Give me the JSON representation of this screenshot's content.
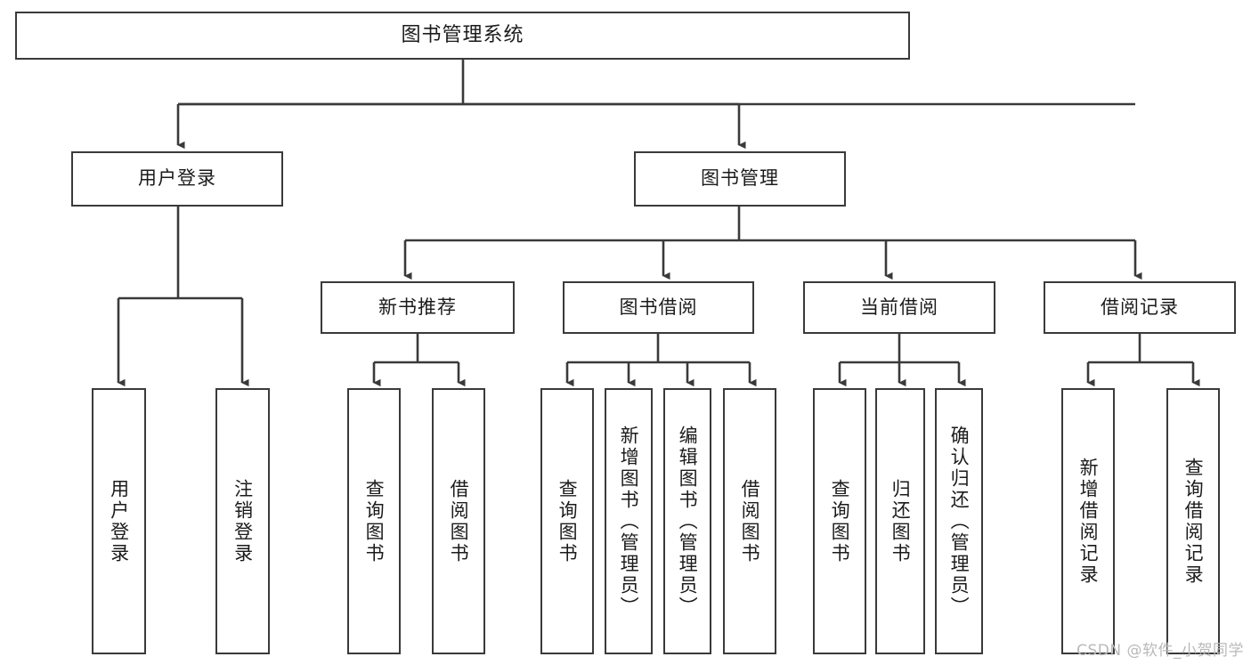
{
  "diagram": {
    "title": "图书管理系统",
    "type": "tree-hierarchy",
    "watermark": "CSDN @软件_小贺同学",
    "colors": {
      "stroke": "#3a3a3a",
      "fill": "#ffffff",
      "text": "#1b1b1b",
      "watermark": "#b9b9b9"
    },
    "nodes": {
      "root": "图书管理系统",
      "level2": [
        "用户登录",
        "图书管理"
      ],
      "level3": [
        "新书推荐",
        "图书借阅",
        "当前借阅",
        "借阅记录"
      ],
      "leaves": {
        "user_login": [
          "用户登录",
          "注销登录"
        ],
        "new_book_recommend": [
          "查询图书",
          "借阅图书"
        ],
        "book_borrow": [
          "查询图书",
          "新增图书（管理员）",
          "编辑图书（管理员）",
          "借阅图书"
        ],
        "current_borrow": [
          "查询图书",
          "归还图书",
          "确认归还（管理员）"
        ],
        "borrow_record": [
          "新增借阅记录",
          "查询借阅记录"
        ]
      }
    }
  }
}
